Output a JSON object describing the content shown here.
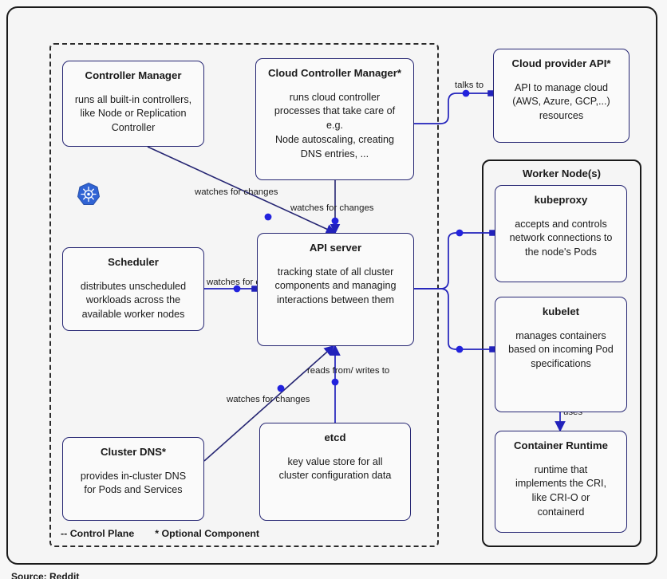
{
  "diagram": {
    "control_plane_label": "-- Control Plane",
    "optional_label": "* Optional Component",
    "worker_group_title": "Worker Node(s)",
    "source_note": "Source: Reddit",
    "logo_name": "kubernetes-logo",
    "colors": {
      "box_border": "#262673",
      "wire": "#2222bb",
      "frame": "#1a1a1a",
      "background": "#f5f5f5"
    }
  },
  "boxes": {
    "controller_manager": {
      "title": "Controller Manager",
      "desc": [
        "runs all built-in controllers,",
        "like Node or Replication",
        "Controller"
      ]
    },
    "cloud_controller_manager": {
      "title": "Cloud Controller Manager*",
      "desc": [
        "runs cloud controller",
        "processes that take care of",
        "e.g.",
        "Node autoscaling, creating",
        "DNS entries, ..."
      ]
    },
    "cloud_provider_api": {
      "title": "Cloud provider API*",
      "desc": [
        "API to manage cloud",
        "(AWS, Azure, GCP,...)",
        "resources"
      ]
    },
    "scheduler": {
      "title": "Scheduler",
      "desc": [
        "distributes unscheduled",
        "workloads across the",
        "available worker nodes"
      ]
    },
    "api_server": {
      "title": "API server",
      "desc": [
        "tracking state of all cluster",
        "components and managing",
        "interactions between them"
      ]
    },
    "cluster_dns": {
      "title": "Cluster DNS*",
      "desc": [
        "provides in-cluster DNS",
        "for Pods and Services"
      ]
    },
    "etcd": {
      "title": "etcd",
      "desc": [
        "key value store for all",
        "cluster configuration data"
      ]
    },
    "kubeproxy": {
      "title": "kubeproxy",
      "desc": [
        "accepts and controls",
        "network connections to",
        "the node's Pods"
      ]
    },
    "kubelet": {
      "title": "kubelet",
      "desc": [
        "manages containers",
        "based on incoming Pod",
        "specifications"
      ]
    },
    "container_runtime": {
      "title": "Container Runtime",
      "desc": [
        "runtime that",
        "implements the CRI,",
        "like CRI-O or",
        "containerd"
      ]
    }
  },
  "edges": {
    "talks_to": "talks to",
    "cm_watches": "watches for changes",
    "ccm_watches": "watches for changes",
    "scheduler_watches_l1": "watches for",
    "scheduler_watches_l2": "changes",
    "etcd_reads_l1": "reads from/",
    "etcd_reads_l2": "writes to",
    "dns_watches": "watches for changes",
    "uses": "uses"
  }
}
